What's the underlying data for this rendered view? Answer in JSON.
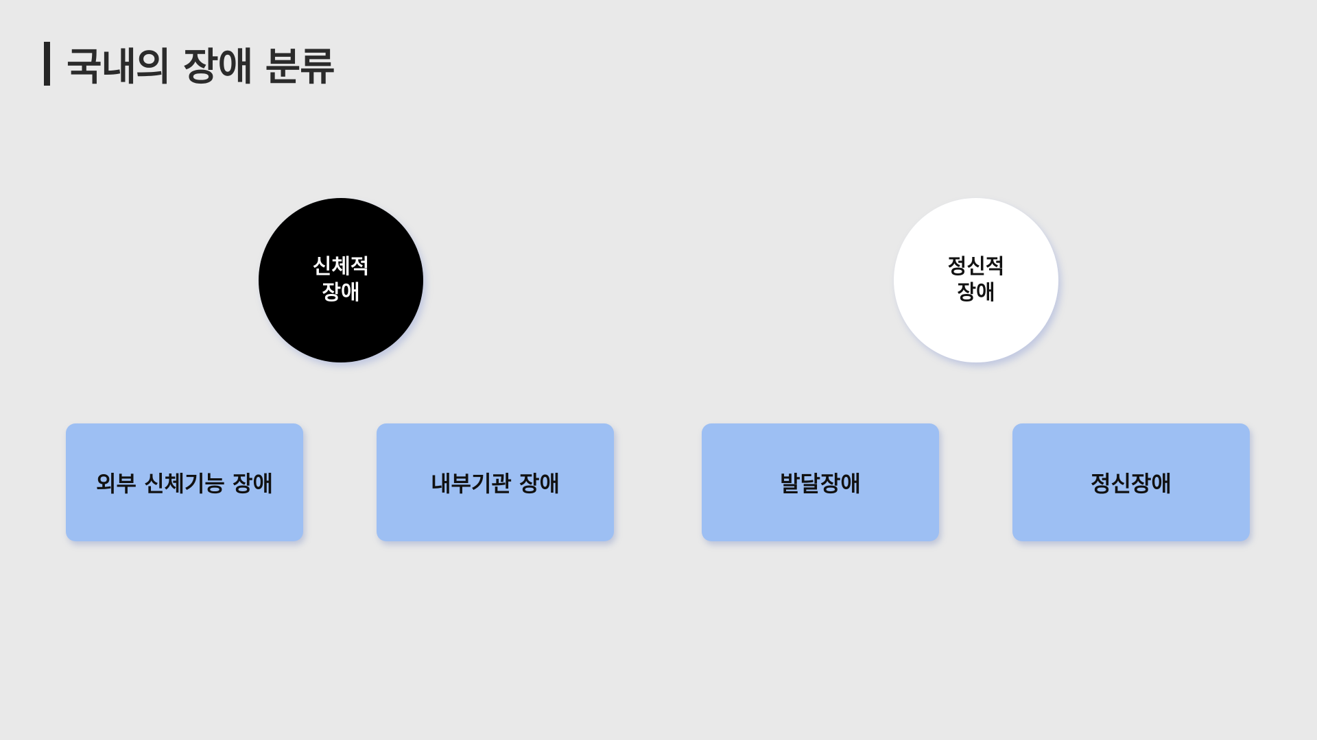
{
  "page": {
    "title": "국내의 장애 분류",
    "background_color": "#e9e9e9"
  },
  "categories": [
    {
      "label": "신체적\n장애",
      "fill_color": "#000000",
      "text_color": "#ffffff",
      "subtypes": [
        "외부 신체기능 장애",
        "내부기관 장애"
      ]
    },
    {
      "label": "정신적\n장애",
      "fill_color": "#ffffff",
      "text_color": "#111111",
      "subtypes": [
        "발달장애",
        "정신장애"
      ]
    }
  ],
  "box_color": "#9dbff3"
}
